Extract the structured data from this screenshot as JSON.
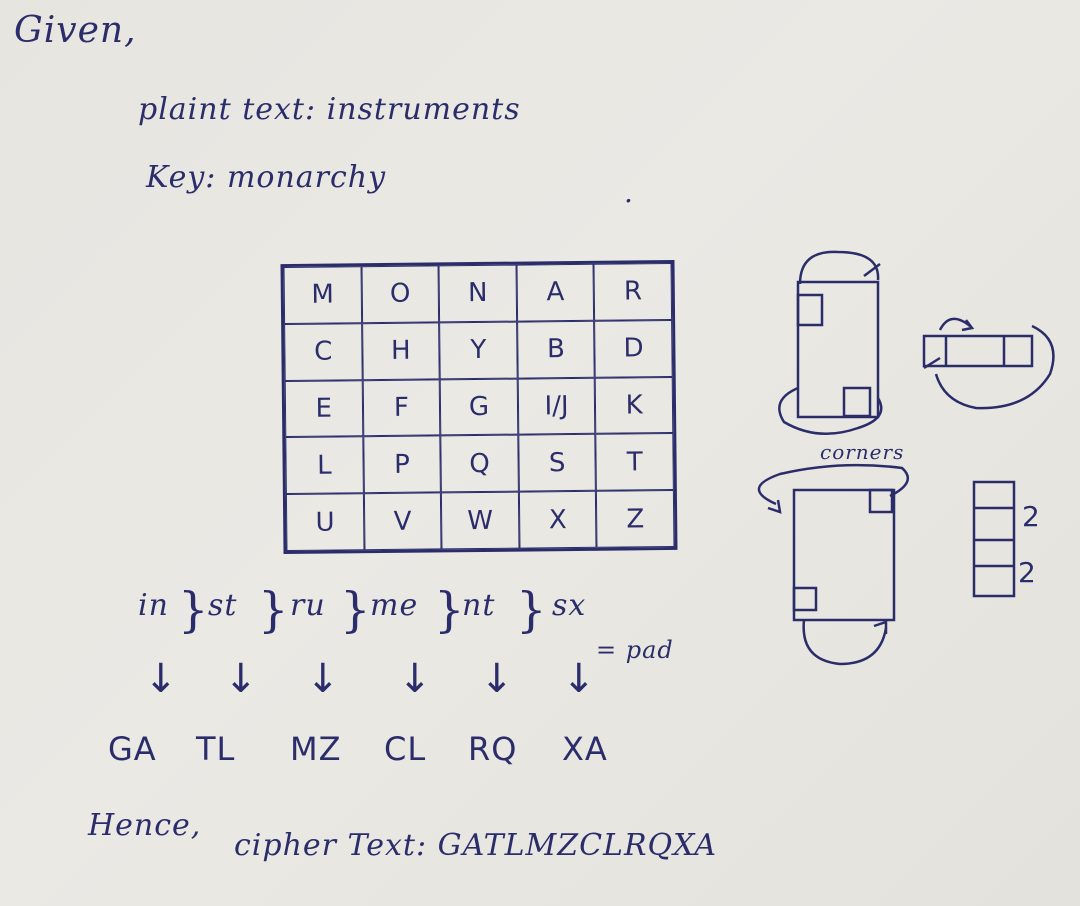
{
  "header": {
    "given": "Given,",
    "plaintext_line": "plaint text: instruments",
    "key_line": "Key: monarchy",
    "dot": "."
  },
  "grid": {
    "rows": [
      [
        "M",
        "O",
        "N",
        "A",
        "R"
      ],
      [
        "C",
        "H",
        "Y",
        "B",
        "D"
      ],
      [
        "E",
        "F",
        "G",
        "I/J",
        "K"
      ],
      [
        "L",
        "P",
        "Q",
        "S",
        "T"
      ],
      [
        "U",
        "V",
        "W",
        "X",
        "Z"
      ]
    ]
  },
  "pairs": {
    "plain": [
      "in",
      "st",
      "ru",
      "me",
      "nt",
      "sx"
    ],
    "cipher": [
      "GA",
      "TL",
      "MZ",
      "CL",
      "RQ",
      "XA"
    ],
    "arrow_glyph": "↓",
    "brace_glyph": "}",
    "pad_note": "= pad"
  },
  "diagrams": {
    "corners_label": "corners",
    "count_label": "2"
  },
  "footer": {
    "hence": "Hence,",
    "cipher_line": "cipher Text: GATLMZCLRQXA"
  }
}
